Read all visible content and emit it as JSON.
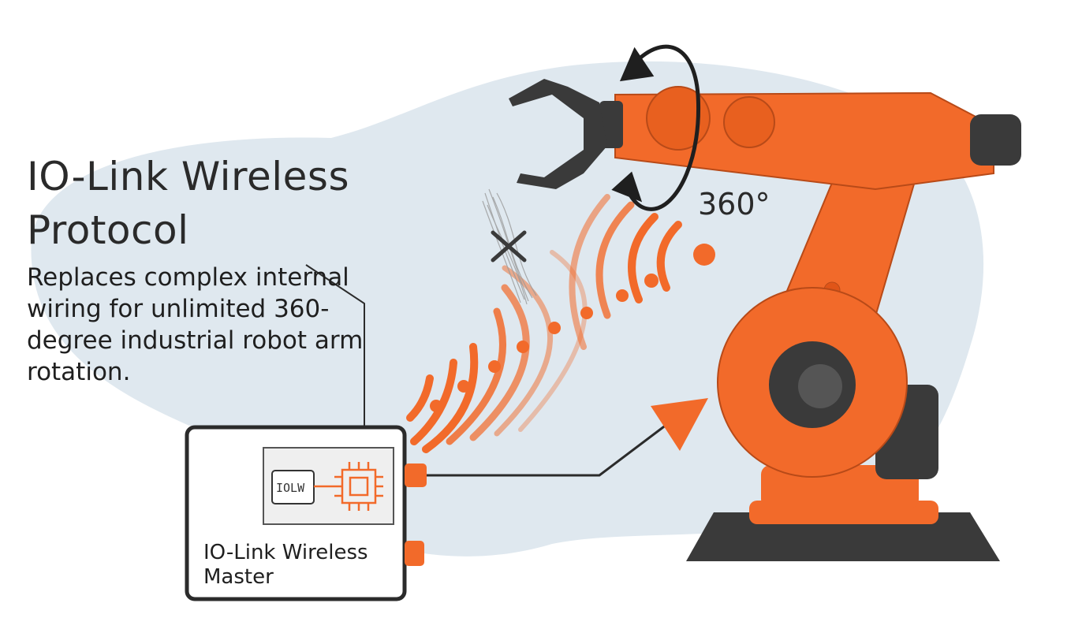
{
  "title": "IO-Link Wireless Protocol",
  "description": "Replaces complex internal wiring for unlimited 360-degree industrial robot arm rotation.",
  "rotation_label": "360°",
  "master": {
    "label": "IO-Link Wireless Master",
    "chip_label": "IOLW"
  },
  "colors": {
    "accent": "#f26a2a",
    "background_blob": "#dfe8ef",
    "outline": "#2b2b2b",
    "robot_base": "#3a3a3a"
  },
  "icons": [
    "rotation-arrow-icon",
    "blocked-wiring-icon",
    "wireless-signal-icon",
    "processor-chip-icon",
    "robot-arm-icon",
    "signal-arrow-icon"
  ]
}
